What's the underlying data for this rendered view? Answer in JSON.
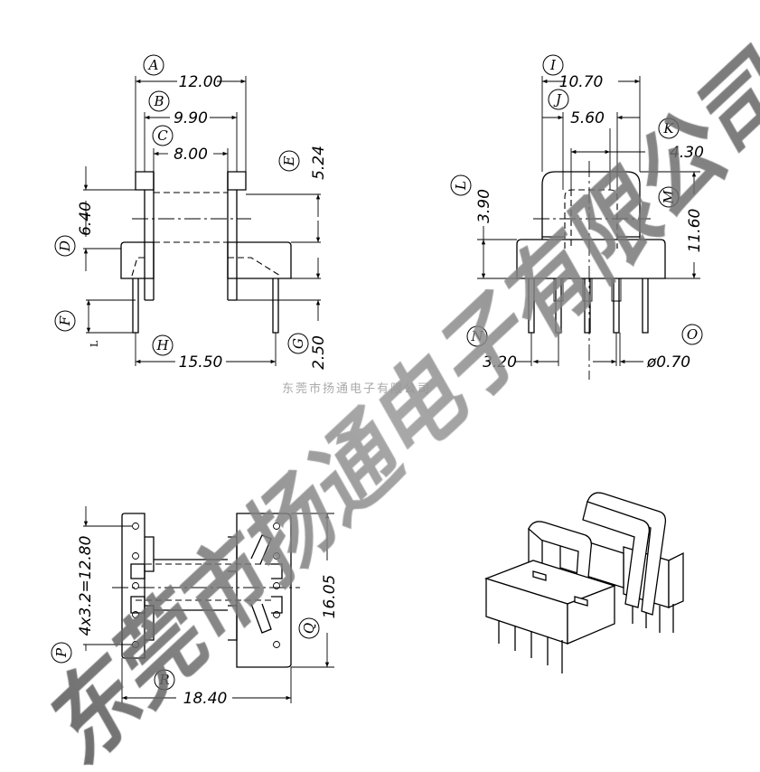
{
  "drawing": {
    "front_view": {
      "labels": {
        "A": "A",
        "B": "B",
        "C": "C",
        "D": "D",
        "E": "E",
        "F": "F",
        "G": "G",
        "H": "H",
        "L_small": "L"
      },
      "dims": {
        "A": "12.00",
        "B": "9.90",
        "C": "8.00",
        "D": "6.40",
        "E": "5.24",
        "G": "2.50",
        "H": "15.50"
      }
    },
    "side_view": {
      "labels": {
        "I": "I",
        "J": "J",
        "K": "K",
        "L": "L",
        "M": "M",
        "N": "N",
        "O": "O"
      },
      "dims": {
        "I": "10.70",
        "J": "5.60",
        "K": "4.30",
        "L": "3.90",
        "M": "11.60",
        "N": "3.20",
        "O": "ø0.70"
      }
    },
    "bottom_view": {
      "labels": {
        "P": "P",
        "Q": "Q",
        "R": "R"
      },
      "dims": {
        "P": "4x3.2=12.80",
        "Q": "16.05",
        "R": "18.40"
      }
    }
  },
  "watermark": {
    "large": "东莞市扬通电子有限公司",
    "small": "东莞市扬通电子有限公司"
  }
}
